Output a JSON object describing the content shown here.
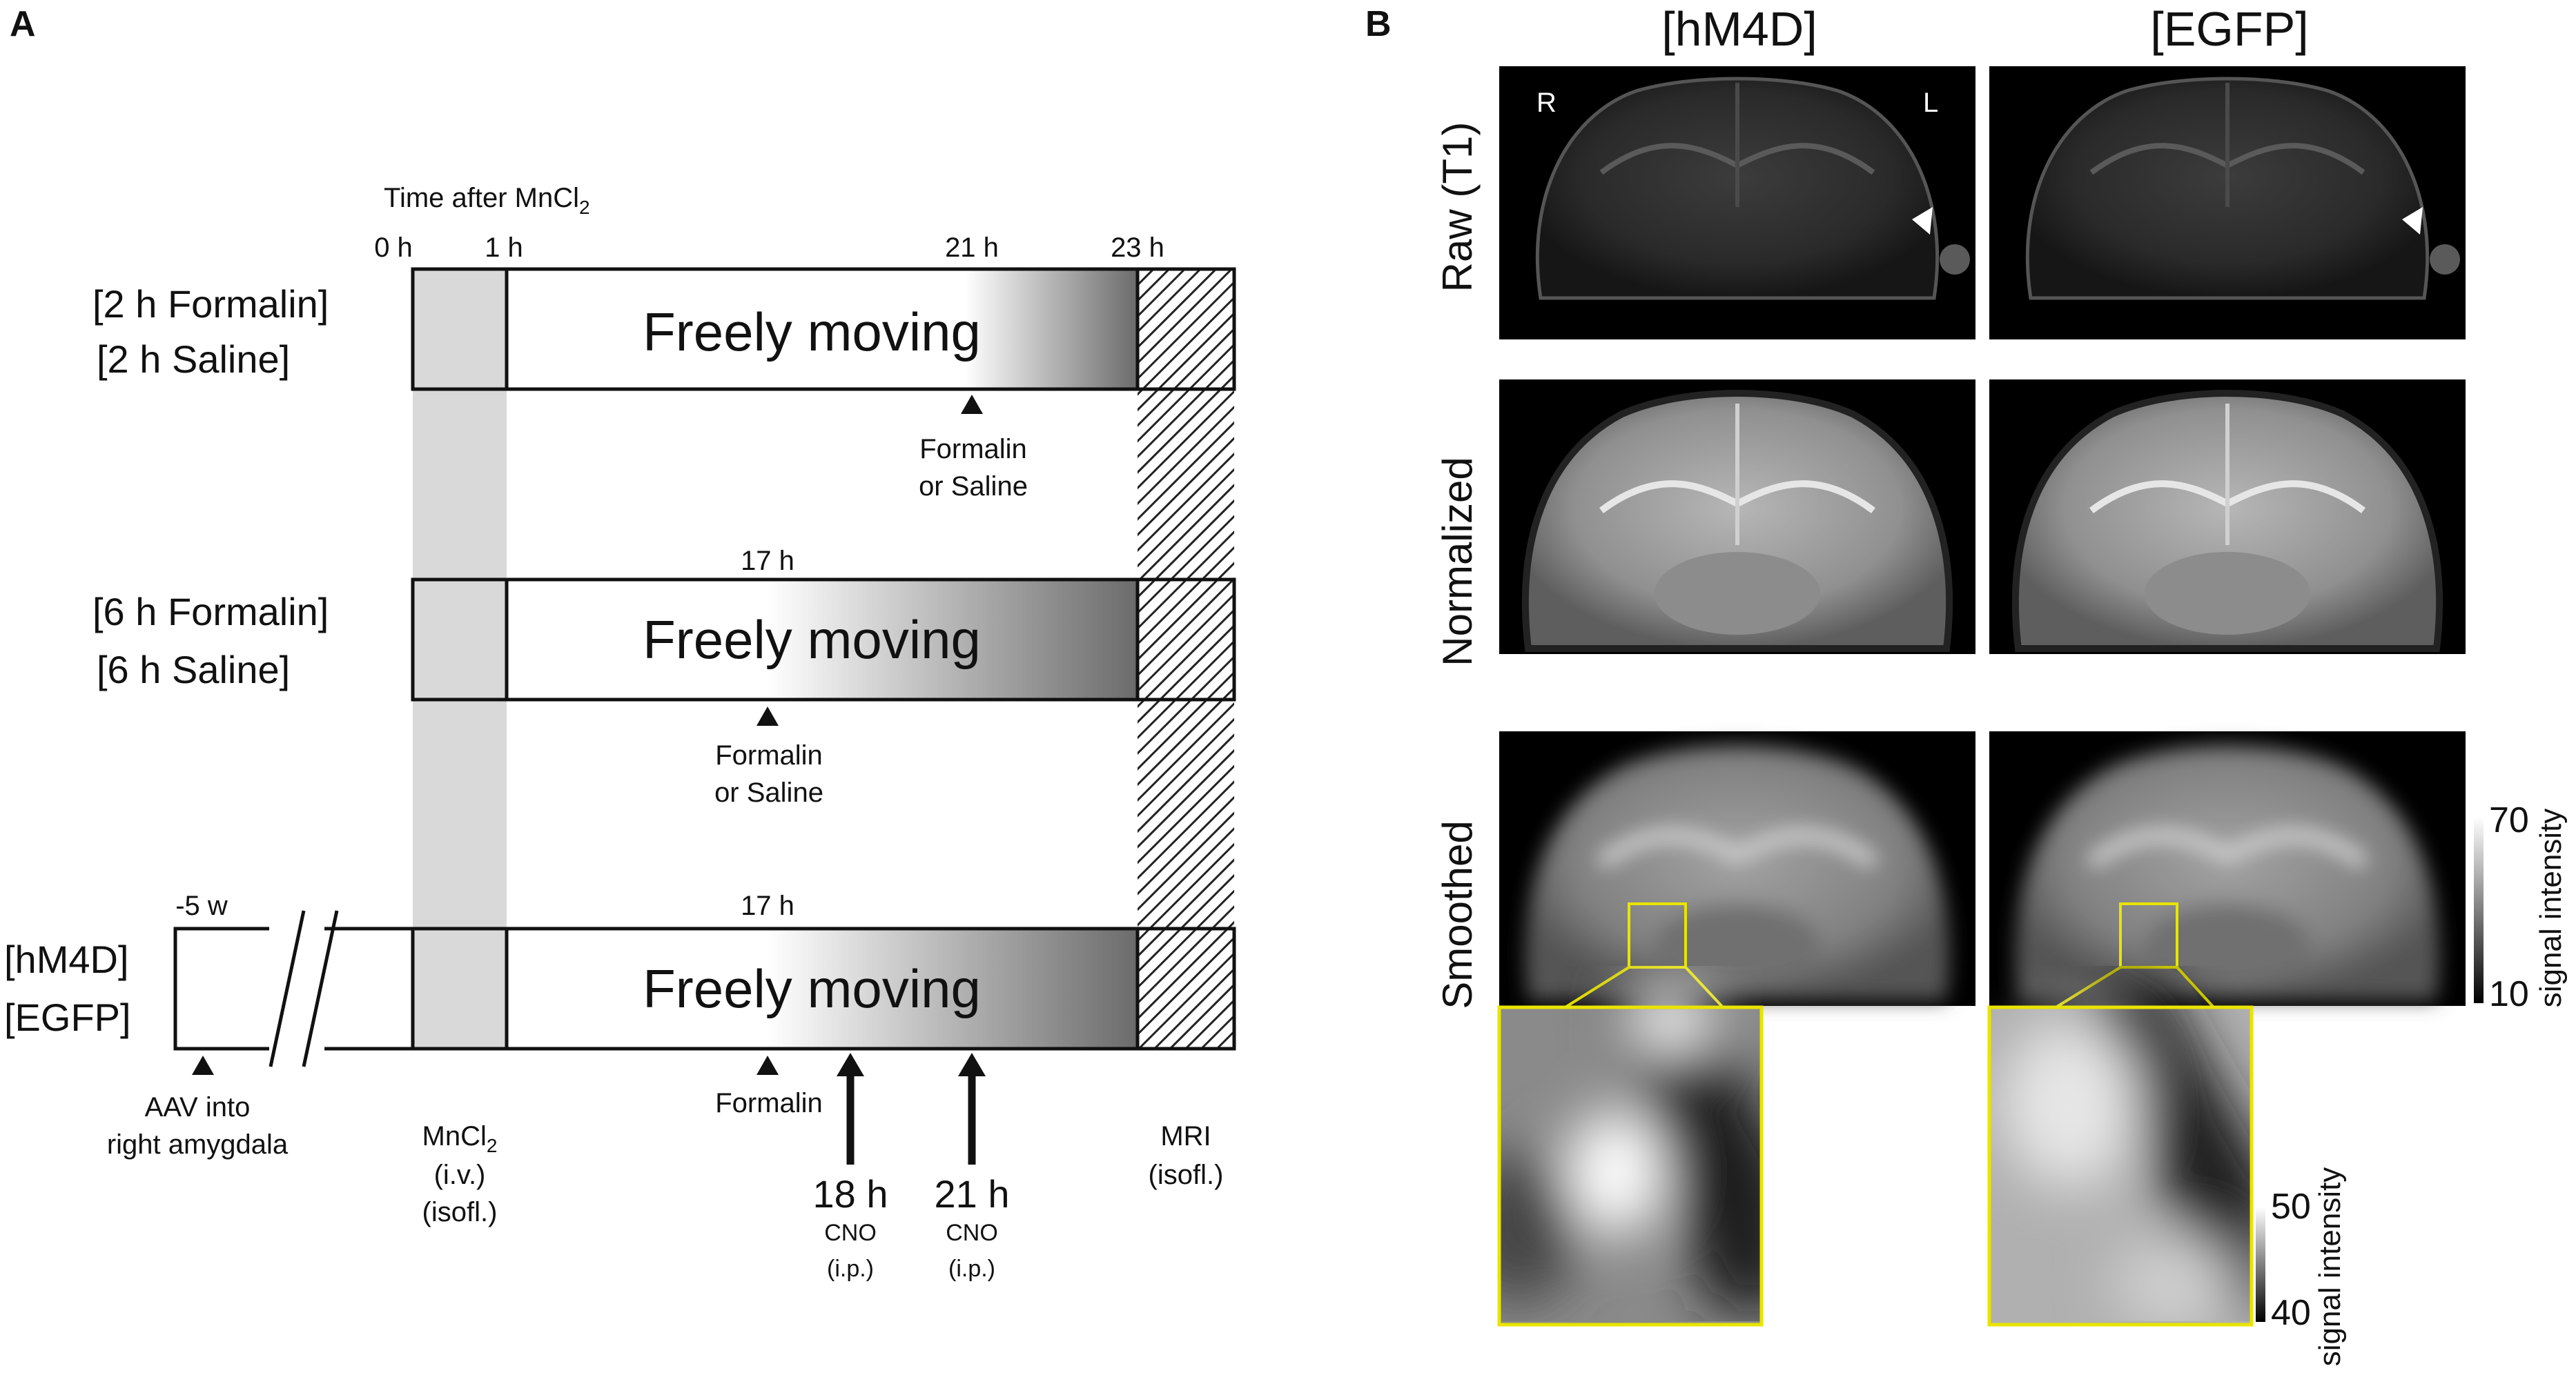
{
  "panel_a": {
    "label": "A",
    "time_header": "Time after MnCl",
    "time_header_sub": "2",
    "ticks": {
      "t0": "0 h",
      "t1": "1 h",
      "t21": "21 h",
      "t23": "23 h",
      "t17a": "17 h",
      "t17b": "17 h",
      "tm5": "-5 w"
    },
    "groups": {
      "g1_line1": "[2 h Formalin]",
      "g1_line2": "[2 h Saline]",
      "g2_line1": "[6 h Formalin]",
      "g2_line2": "[6 h Saline]",
      "g3_line1": "[hM4D]",
      "g3_line2": "[EGFP]"
    },
    "bar_text": "Freely moving",
    "events": {
      "formalin_saline_1a": "Formalin",
      "formalin_saline_1b": "or Saline",
      "formalin_saline_2a": "Formalin",
      "formalin_saline_2b": "or Saline",
      "formalin_3": "Formalin",
      "aav_1": "AAV into",
      "aav_2": "right amygdala",
      "mncl_1": "MnCl",
      "mncl_1_sub": "2",
      "mncl_2": "(i.v.)",
      "mncl_3": "(isofl.)",
      "mri_1": "MRI",
      "mri_2": "(isofl.)",
      "cno18_time": "18 h",
      "cno18_drug": "CNO",
      "cno18_route": "(i.p.)",
      "cno21_time": "21 h",
      "cno21_drug": "CNO",
      "cno21_route": "(i.p.)"
    }
  },
  "panel_b": {
    "label": "B",
    "columns": [
      "[hM4D]",
      "[EGFP]"
    ],
    "rows": [
      "Raw (T1)",
      "Normalized",
      "Smoothed"
    ],
    "orient_right": "R",
    "orient_left": "L",
    "colorbar_main": {
      "max": "70",
      "min": "10",
      "label": "signal intensity"
    },
    "colorbar_zoom": {
      "max": "50",
      "min": "40",
      "label": "signal intensity"
    }
  }
}
